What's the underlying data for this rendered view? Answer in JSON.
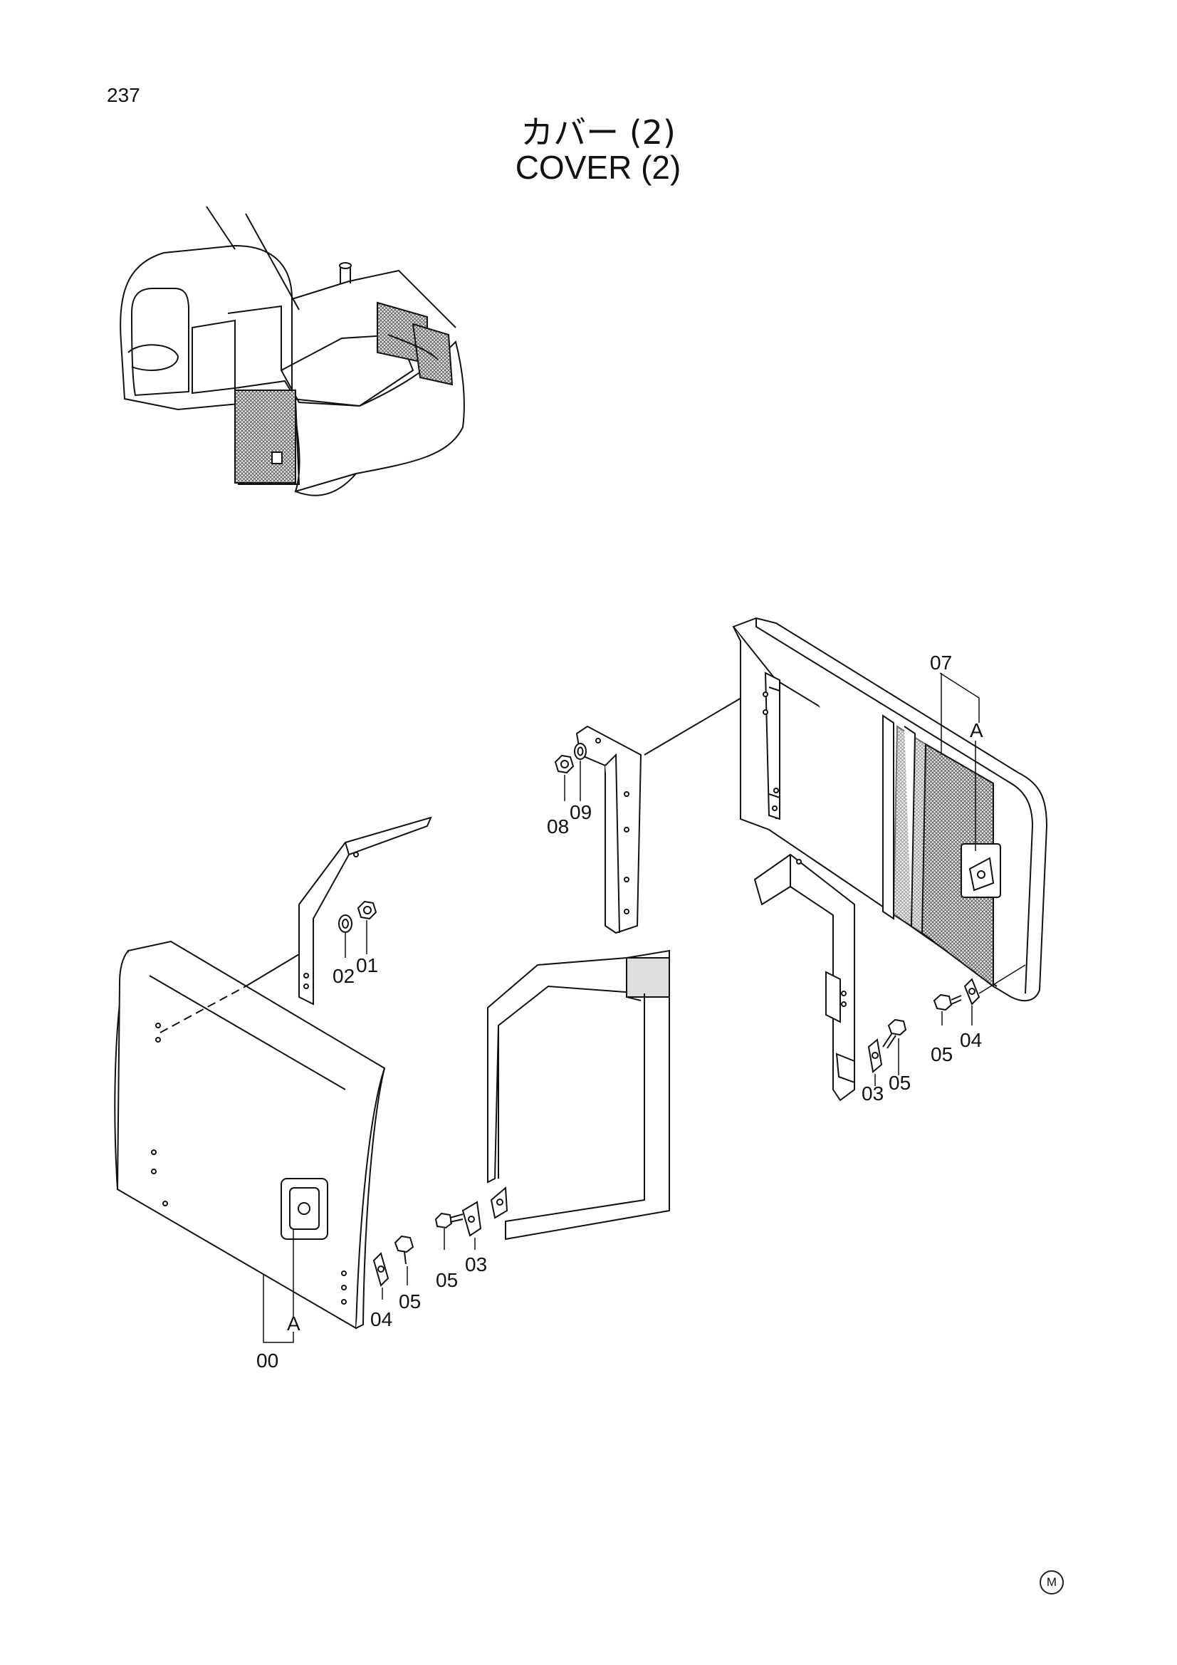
{
  "page": {
    "number": "237",
    "title_jp": "カバー (2)",
    "title_en": "COVER (2)",
    "corner_mark": "M"
  },
  "callouts": {
    "c00": "00",
    "c01": "01",
    "c02": "02",
    "c03a": "03",
    "c03b": "03",
    "c04a": "04",
    "c04b": "04",
    "c05a": "05",
    "c05b": "05",
    "c05c": "05",
    "c05d": "05",
    "c07": "07",
    "c08": "08",
    "c09": "09",
    "ref_a_left": "A",
    "ref_a_right": "A"
  }
}
